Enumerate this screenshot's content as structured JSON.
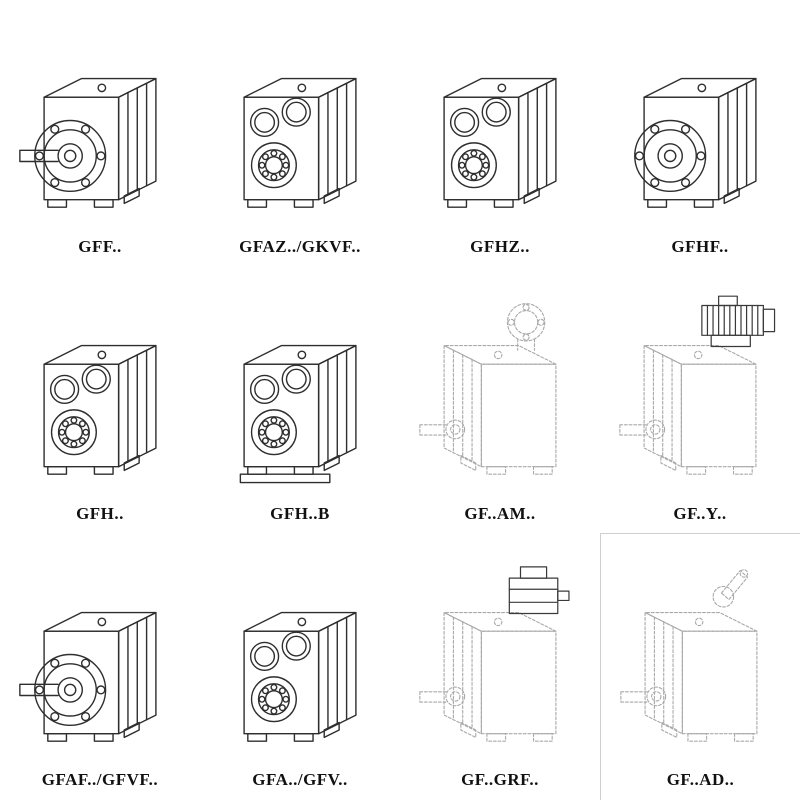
{
  "grid": {
    "items": [
      {
        "label": "GFF..",
        "variant": "gearbox-output-flange-with-shaft"
      },
      {
        "label": "GFAZ../GKVF..",
        "variant": "gearbox-hollow-bore"
      },
      {
        "label": "GFHZ..",
        "variant": "gearbox-hollow-bore"
      },
      {
        "label": "GFHF..",
        "variant": "gearbox-output-flange"
      },
      {
        "label": "GFH..",
        "variant": "gearbox-hollow-bore"
      },
      {
        "label": "GFH..B",
        "variant": "gearbox-hollow-bore-foot-mounted"
      },
      {
        "label": "GF..AM..",
        "variant": "gearbox-phantom-input-flange"
      },
      {
        "label": "GF..Y..",
        "variant": "gearbox-phantom-with-motor"
      },
      {
        "label": "GFAF../GFVF..",
        "variant": "gearbox-output-flange-with-shaft"
      },
      {
        "label": "GFA../GFV..",
        "variant": "gearbox-hollow-bore"
      },
      {
        "label": "GF..GRF..",
        "variant": "gearbox-phantom-input-adapter"
      },
      {
        "label": "GF..AD..",
        "variant": "gearbox-phantom-input-shaft"
      }
    ]
  }
}
